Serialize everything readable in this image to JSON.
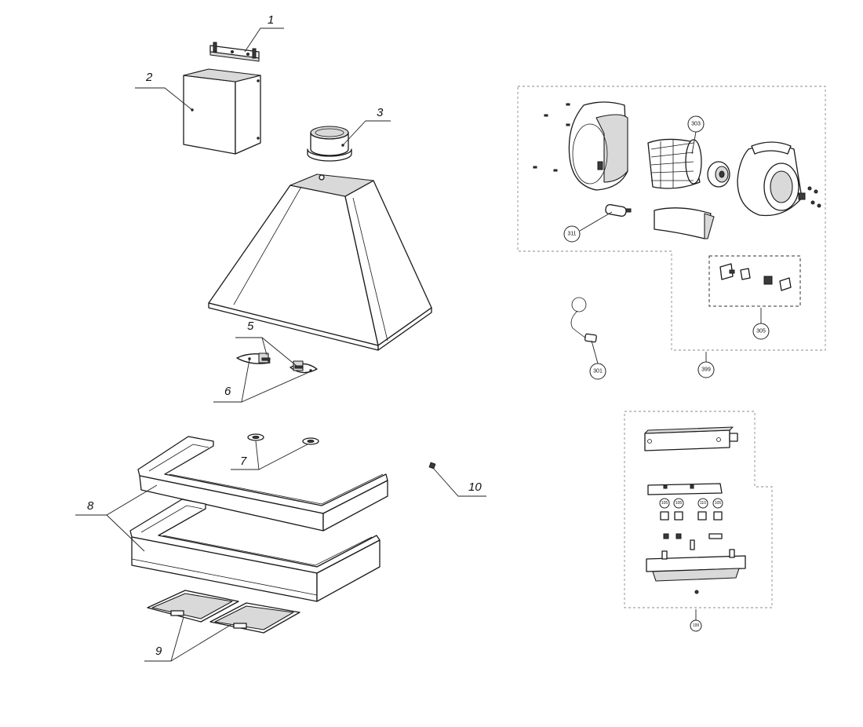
{
  "callouts": {
    "c1": "1",
    "c2": "2",
    "c3": "3",
    "c5": "5",
    "c6": "6",
    "c7": "7",
    "c8": "8",
    "c9": "9",
    "c10": "10"
  },
  "codes": {
    "k303": "303",
    "k311": "311",
    "k305": "305",
    "k301": "301",
    "k399": "399",
    "k105a": "105",
    "k105b": "105",
    "k110": "110",
    "k105c": "105",
    "k199": "199"
  }
}
